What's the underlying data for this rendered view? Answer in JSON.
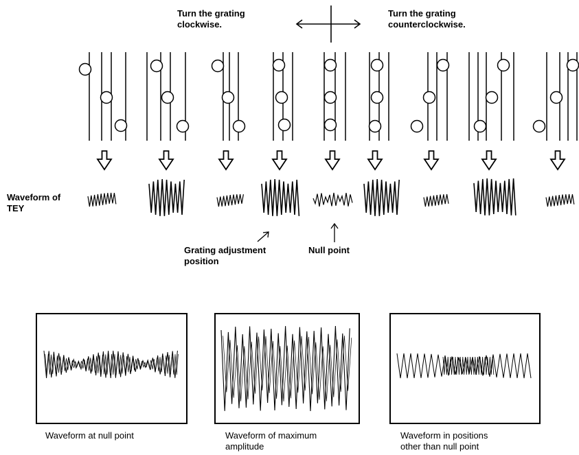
{
  "header": {
    "left_label": "Turn the grating\nclockwise.",
    "right_label": "Turn the grating\ncounterclockwise."
  },
  "row": {
    "label": "Waveform of\nTEY",
    "stages": [
      {
        "amplitude": "low"
      },
      {
        "amplitude": "high"
      },
      {
        "amplitude": "low"
      },
      {
        "amplitude": "high"
      },
      {
        "amplitude": "null"
      },
      {
        "amplitude": "high"
      },
      {
        "amplitude": "low"
      },
      {
        "amplitude": "high"
      },
      {
        "amplitude": "low"
      }
    ]
  },
  "annotations": {
    "adjust": "Grating adjustment\nposition",
    "null": "Null point"
  },
  "panels": [
    {
      "caption": "Waveform at null point"
    },
    {
      "caption": "Waveform of maximum\namplitude"
    },
    {
      "caption": "Waveform in positions\nother than null point"
    }
  ]
}
